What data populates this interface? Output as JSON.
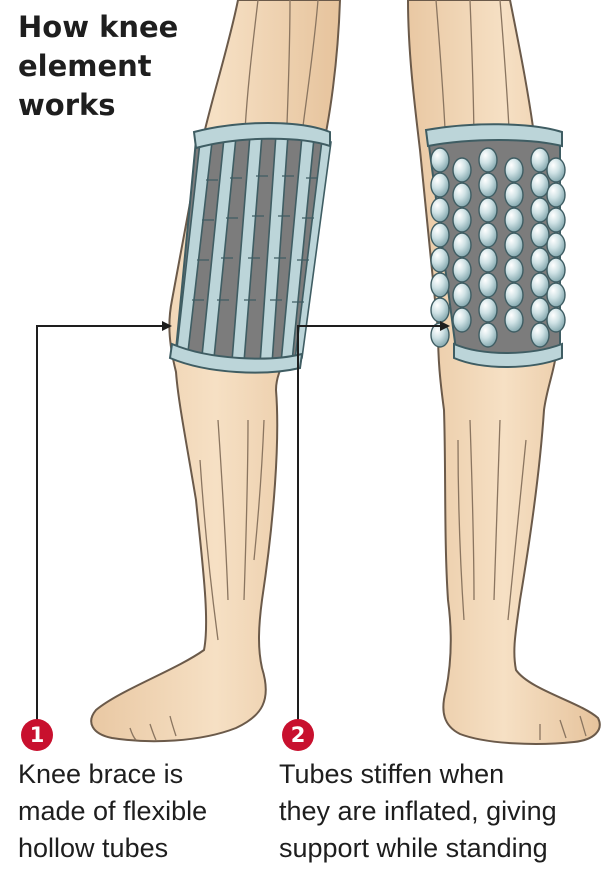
{
  "title": {
    "lines": [
      "How knee",
      "element",
      "works"
    ]
  },
  "steps": [
    {
      "number": "1",
      "lines": [
        "Knee brace is",
        "made of flexible",
        "hollow tubes"
      ]
    },
    {
      "number": "2",
      "lines": [
        "Tubes stiffen when",
        "they are inflated, giving",
        "support while standing"
      ]
    }
  ],
  "colors": {
    "skin": "#f3d7b6",
    "skin_outline": "#6b5a4a",
    "brace_frame": "#bcd5d9",
    "brace_outline": "#3f5d63",
    "brace_panel": "#7c7c7c",
    "bubble": "#a9c7cc",
    "badge": "#c8102e",
    "leader_line": "#1e1e1e"
  }
}
